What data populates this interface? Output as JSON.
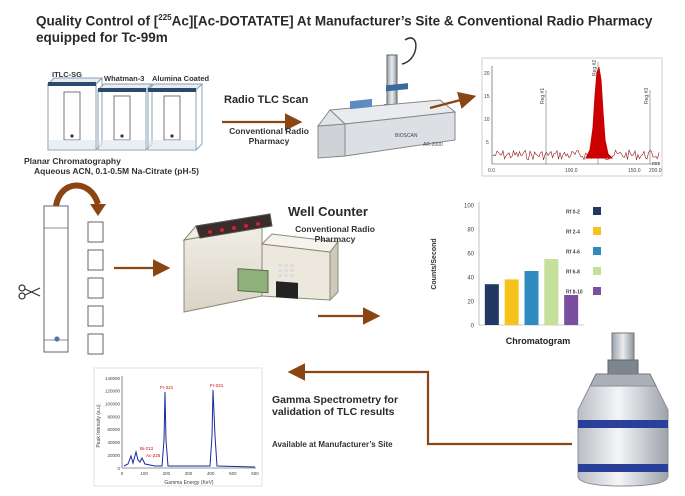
{
  "title": {
    "line1_pre": "Quality Control of  [",
    "line1_sup": "225",
    "line1_post": "Ac][Ac-DOTATATE] At Manufacturer’s Site & Conventional Radio Pharmacy",
    "line2": "equipped for Tc-99m"
  },
  "plates": [
    {
      "label": "ITLC-SG"
    },
    {
      "label": "Whatman-3"
    },
    {
      "label": "Alumina Coated"
    }
  ],
  "planar_caption": {
    "line1": "Planar Chromatography",
    "line2": "Aqueous ACN, 0.1-0.5M Na-Citrate (pH-5)"
  },
  "radio_tlc": {
    "heading": "Radio TLC Scan",
    "sub1": "Conventional Radio",
    "sub2": "Pharmacy",
    "device_brand": "BIOSCAN",
    "device_model": "AR-2000"
  },
  "scan_plot": {
    "peak_label_left": "Reg #1",
    "peak_label_center": "Reg #2",
    "peak_label_right": "Reg #3",
    "y_ticks": [
      "20",
      "15",
      "10",
      "5"
    ],
    "x_ticks": [
      "0.0",
      "100.0",
      "150.0",
      "200.0"
    ],
    "x_unit": "mm",
    "colors": {
      "signal": "#cc0000",
      "noise": "#8b1a1a"
    }
  },
  "well_counter": {
    "heading": "Well Counter",
    "sub1": "Conventional Radio",
    "sub2": "Pharmacy"
  },
  "chart_data": {
    "type": "bar",
    "categories": [
      "Rf 0-2",
      "Rf 2-4",
      "Rf 4-6",
      "Rf 6-8",
      "Rf 8-10"
    ],
    "values": [
      34,
      38,
      45,
      55,
      25
    ],
    "colors": [
      "#1f3864",
      "#f5c31a",
      "#2e8bbf",
      "#c5e09b",
      "#7a4fa0"
    ],
    "ylabel": "Counts/Second",
    "xlabel": "Chromatogram",
    "ylim": [
      0,
      100
    ],
    "yticks": [
      "0",
      "20",
      "40",
      "60",
      "80",
      "100"
    ],
    "legend_placement": "right"
  },
  "gamma": {
    "heading1": "Gamma Spectrometry for",
    "heading2": "validation of TLC results",
    "note": "Available at Manufacturer’s Site",
    "xlabel": "Gamma Energy (KeV)",
    "ylabel": "Peak Intensity (a.u)",
    "y_ticks": [
      "140000",
      "120000",
      "100000",
      "80000",
      "60000",
      "40000",
      "20000",
      "0"
    ],
    "x_ticks": [
      "0",
      "100",
      "200",
      "300",
      "400",
      "500",
      "600"
    ],
    "peak_labels": [
      "Fr-221",
      "Bi-213",
      "Ac-225",
      "Fr-221"
    ],
    "line_color": "#1a2a9c",
    "label_color": "#cc0000"
  },
  "arrow_color": "#8b4513"
}
